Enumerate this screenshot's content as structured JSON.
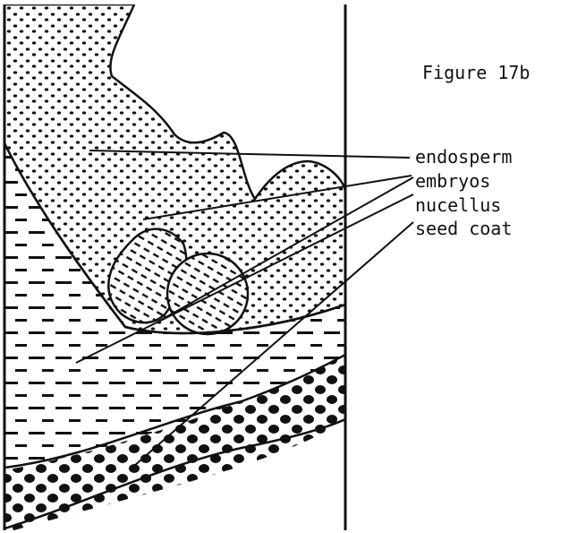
{
  "figure": {
    "title": "Figure 17b",
    "labels": {
      "endosperm": "endosperm",
      "embryos": "embryos",
      "nucellus": "nucellus",
      "seed_coat": "seed coat"
    }
  },
  "colors": {
    "ink": "#111111",
    "paper": "#ffffff"
  }
}
